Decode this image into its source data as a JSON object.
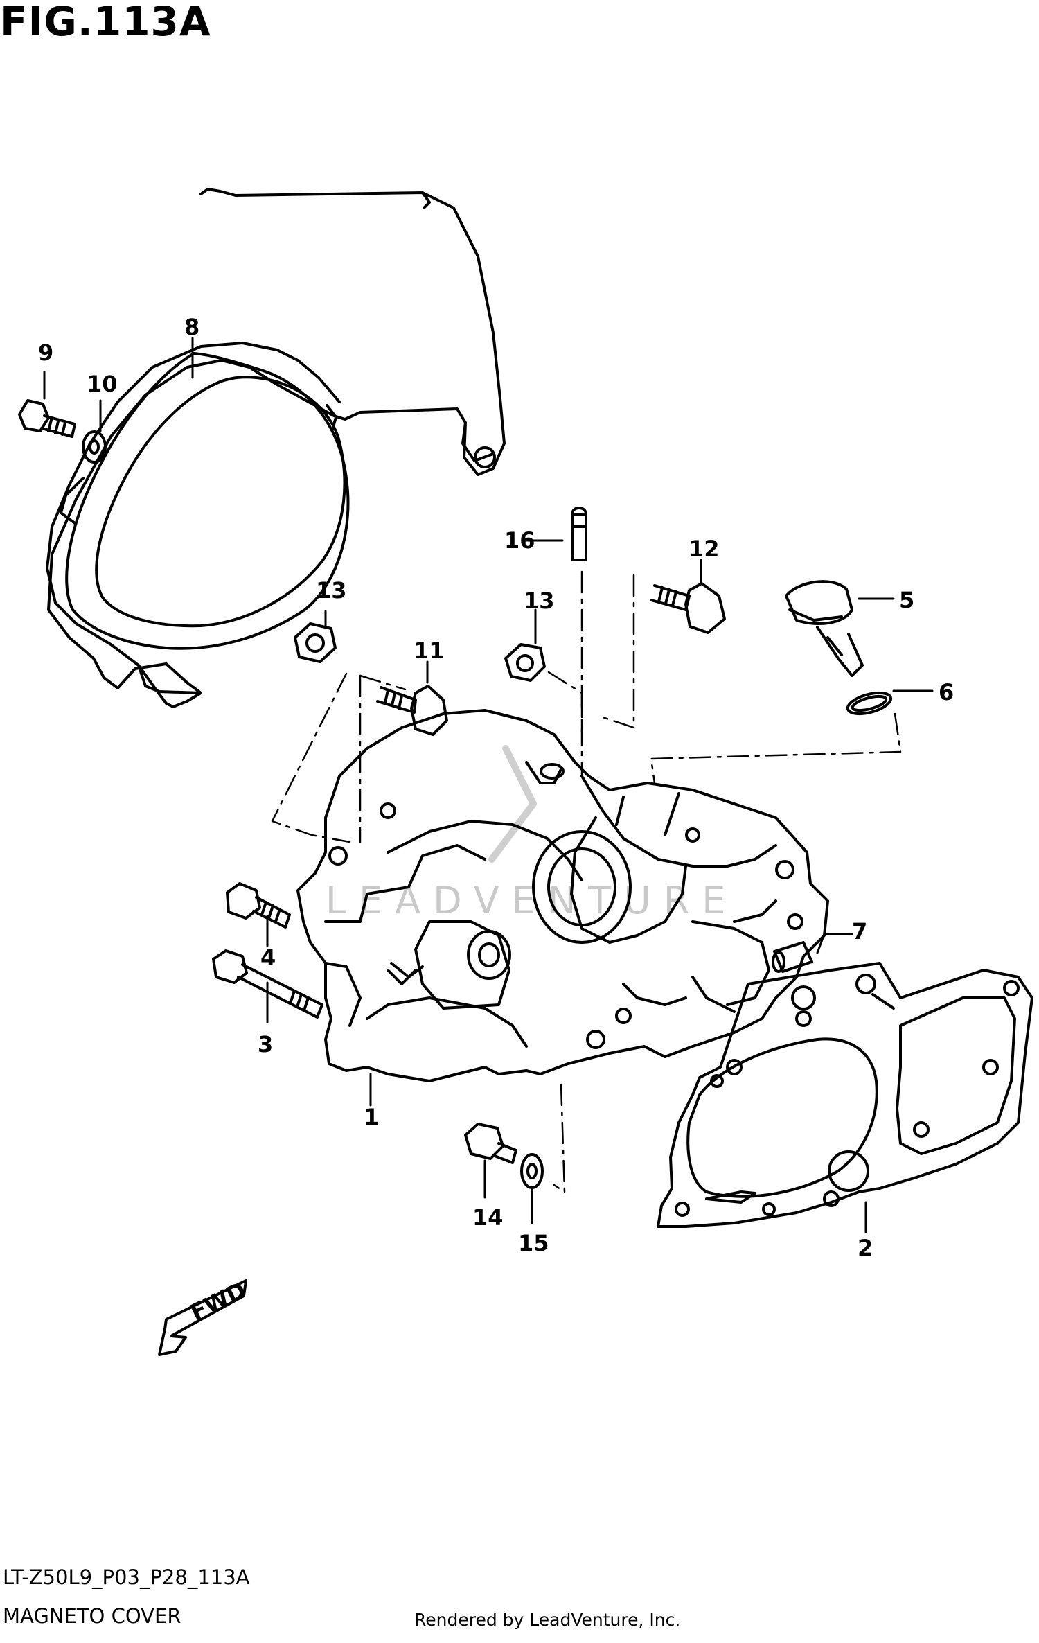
{
  "figure": {
    "title": "FIG.113A",
    "code": "LT-Z50L9_P03_P28_113A",
    "name": "MAGNETO COVER",
    "rendered_by": "Rendered by LeadVenture, Inc.",
    "watermark": "LEADVENTURE",
    "fwd_label": "FWD"
  },
  "callouts": [
    "1",
    "2",
    "3",
    "4",
    "5",
    "6",
    "7",
    "8",
    "9",
    "10",
    "11",
    "12",
    "13",
    "13",
    "14",
    "15",
    "16"
  ]
}
